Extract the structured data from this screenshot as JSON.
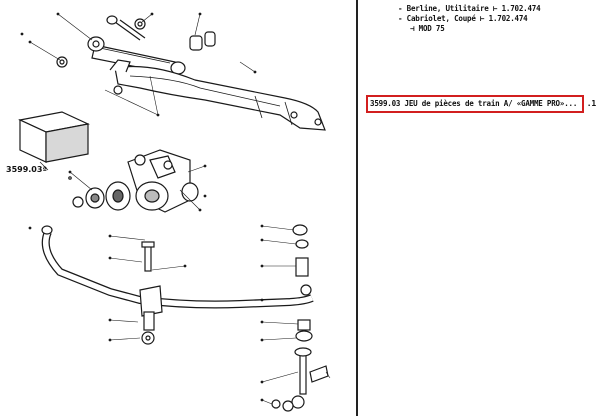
{
  "catalog": {
    "header_line1": "- Berline, Utilitaire ⊢ 1.702.474",
    "header_line2": "- Cabriolet, Coupé ⊢ 1.702.474",
    "header_line3": "⊣ MOD 75",
    "entry_text": "3599.03 JEU de pièces de train A/ «GAMME PRO»...",
    "entry_item_number": ".1"
  },
  "diagram": {
    "kit_label": "3599.03ª"
  },
  "colors": {
    "highlight": "#d21f1f",
    "ink": "#1a1a1a"
  }
}
